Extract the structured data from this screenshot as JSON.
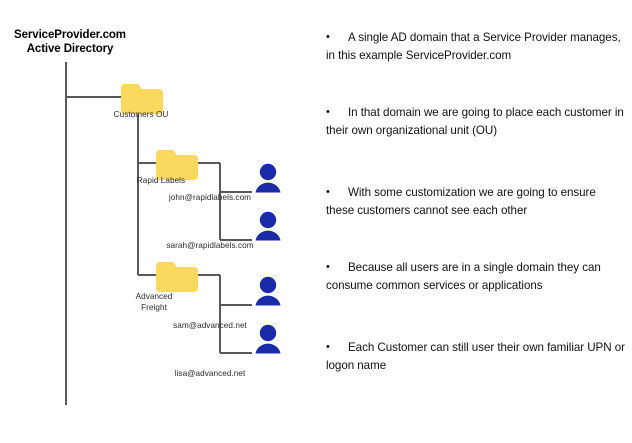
{
  "diagram": {
    "title_line1": "ServiceProvider.com",
    "title_line2": "Active Directory",
    "accent_folder_color": "#FBD85E",
    "accent_user_color": "#1A2BA8",
    "line_color": "#595959",
    "nodes": [
      {
        "id": "customers-ou",
        "label": "Customers OU",
        "type": "folder"
      },
      {
        "id": "rapid-labels",
        "label": "Rapid Labels",
        "type": "folder"
      },
      {
        "id": "advanced-freight",
        "label": "Advanced\nFreight",
        "label_line1": "Advanced",
        "label_line2": "Freight",
        "type": "folder"
      }
    ],
    "users": [
      {
        "id": "john",
        "label": "john@rapidlabels.com"
      },
      {
        "id": "sarah",
        "label": "sarah@rapidlabels.com"
      },
      {
        "id": "sam",
        "label": "sam@advanced.net"
      },
      {
        "id": "lisa",
        "label": "lisa@advanced.net"
      }
    ]
  },
  "bullets": {
    "marker": "•",
    "items": [
      "A single AD domain that a Service Provider manages, in this example ServiceProvider.com",
      "In that domain we are going to place each customer in their own organizational unit (OU)",
      "With some customization we are going to ensure these customers cannot see each other",
      "Because all users are in a single domain they can consume common services or applications",
      "Each Customer can still user their own familiar UPN or logon name"
    ]
  }
}
